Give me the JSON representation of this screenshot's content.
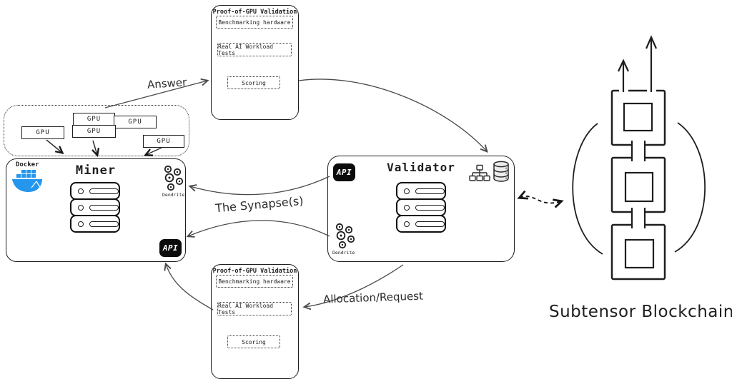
{
  "diagram": {
    "proof_box": {
      "title": "Proof-of-GPU Validation",
      "steps": [
        "Benchmarking hardware",
        "Real AI Workload Tests",
        "Scoring"
      ]
    },
    "gpu_label": "GPU",
    "miner": {
      "title": "Miner",
      "docker_label": "Docker",
      "dendrite_label": "Dendrite",
      "api_label": "API"
    },
    "validator": {
      "title": "Validator",
      "dendrite_label": "Dendrite",
      "api_label": "API"
    },
    "edges": {
      "answer": "Answer",
      "synapse": "The Synapse(s)",
      "allocation": "Allocation/Request"
    },
    "blockchain_label": "Subtensor Blockchain",
    "colors": {
      "stroke": "#1e1e1e",
      "arrow": "#4a4a4a",
      "docker_blue": "#2496ed",
      "api_badge_bg": "#0c0c0c",
      "api_badge_text": "#ffffff"
    }
  }
}
